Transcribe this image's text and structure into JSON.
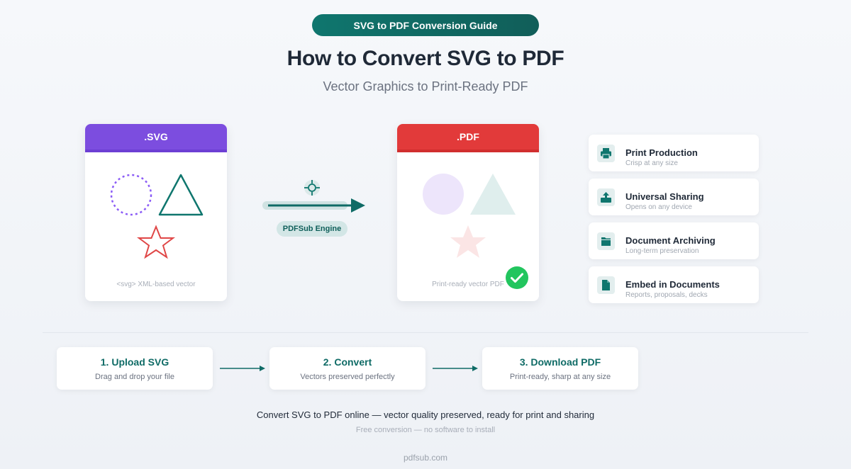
{
  "badge": "SVG to PDF Conversion Guide",
  "title": "How to Convert SVG to PDF",
  "subtitle": "Vector Graphics to Print-Ready PDF",
  "source_card": {
    "label": ".SVG",
    "caption": "<svg> XML-based vector",
    "accent": "#7c4ddf"
  },
  "target_card": {
    "label": ".PDF",
    "caption": "Print-ready vector PDF",
    "accent": "#e23a3a"
  },
  "engine": {
    "label": "PDFSub Engine",
    "icon": "crosshair-icon"
  },
  "use_cases": [
    {
      "title": "Print Production",
      "subtitle": "Crisp at any size",
      "icon": "printer-icon"
    },
    {
      "title": "Universal Sharing",
      "subtitle": "Opens on any device",
      "icon": "share-upload-icon"
    },
    {
      "title": "Document Archiving",
      "subtitle": "Long-term preservation",
      "icon": "archive-folder-icon"
    },
    {
      "title": "Embed in Documents",
      "subtitle": "Reports, proposals, decks",
      "icon": "document-icon"
    }
  ],
  "steps": [
    {
      "title": "1. Upload SVG",
      "subtitle": "Drag and drop your file"
    },
    {
      "title": "2. Convert",
      "subtitle": "Vectors preserved perfectly"
    },
    {
      "title": "3. Download PDF",
      "subtitle": "Print-ready, sharp at any size"
    }
  ],
  "tagline": "Convert SVG to PDF online — vector quality preserved, ready for print and sharing",
  "note": "Free conversion — no software to install",
  "domain": "pdfsub.com",
  "colors": {
    "teal": "#0f766e",
    "purple": "#7c4ddf",
    "red": "#e23a3a",
    "success": "#22c55e"
  }
}
